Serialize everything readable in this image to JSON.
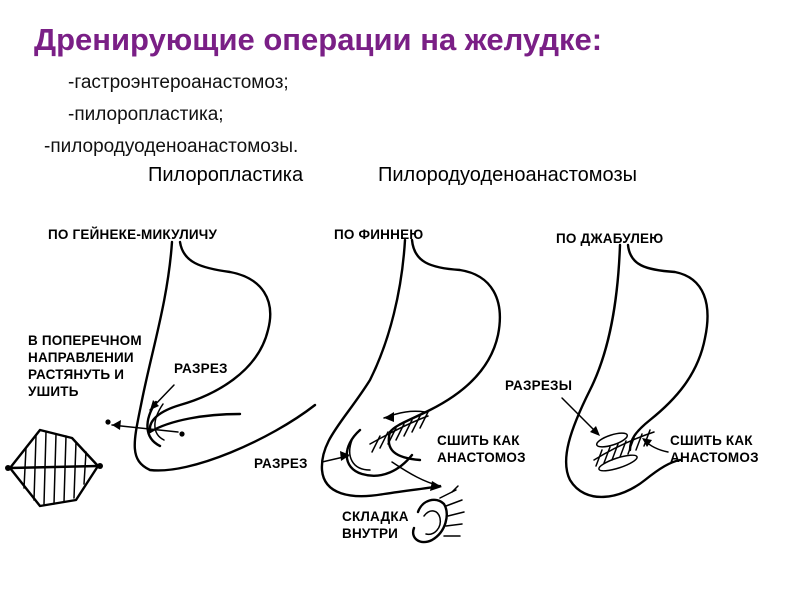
{
  "title": "Дренирующие операции на желудке:",
  "items": [
    "-гастроэнтероанастомоз;",
    "-пилоропластика;",
    "-пилородуоденоанастомозы."
  ],
  "subheads": {
    "left": "Пилоропластика",
    "right": "Пилородуоденоанастомозы"
  },
  "labels": {
    "heineke": "ПО ГЕЙНЕКЕ-МИКУЛИЧУ",
    "finney": "ПО ФИННЕЮ",
    "jaboulay": "ПО ДЖАБУЛЕЮ",
    "transverse": "В ПОПЕРЕЧНОМ\nНАПРАВЛЕНИИ\nРАСТЯНУТЬ И\nУШИТЬ",
    "incision1": "РАЗРЕЗ",
    "incision2": "РАЗРЕЗ",
    "incisions3": "РАЗРЕЗЫ",
    "sew1": "СШИТЬ КАК\nАНАСТОМОЗ",
    "sew2": "СШИТЬ КАК\nАНАСТОМОЗ",
    "fold": "СКЛАДКА\nВНУТРИ"
  },
  "colors": {
    "title": "#7a1f86",
    "text": "#000000"
  }
}
